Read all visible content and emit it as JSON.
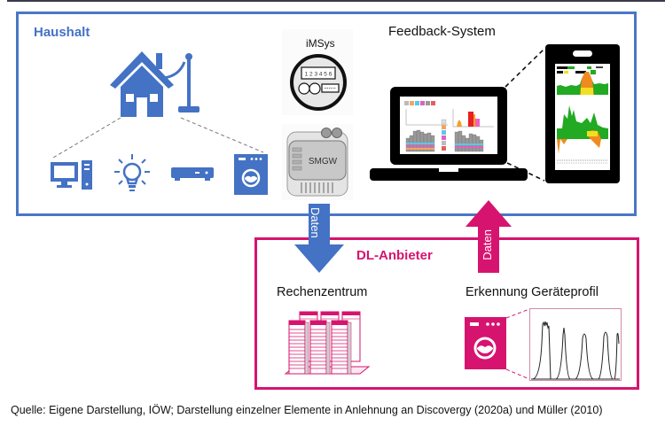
{
  "diagram": {
    "household": {
      "title": "Haushalt",
      "devices": [
        "computer-icon",
        "light-bulb-icon",
        "router-icon",
        "washing-machine-icon"
      ],
      "colors": {
        "accent": "#4472c4"
      }
    },
    "meter": {
      "label": "iMSys",
      "display_value": "1 2 3 4 5 6"
    },
    "gateway": {
      "label": "SMGW"
    },
    "feedback": {
      "title": "Feedback-System"
    },
    "arrows": {
      "down_label": "Daten",
      "up_label": "Daten",
      "down_color": "#4472c4",
      "up_color": "#d6146f"
    },
    "provider": {
      "title": "DL-Anbieter",
      "color": "#d6146f",
      "datacenter_label": "Rechenzentrum",
      "profile_label": "Erkennung Geräteprofil"
    },
    "caption": "Quelle: Eigene Darstellung, IÖW; Darstellung einzelner Elemente in Anlehnung an Discovergy (2020a) und Müller (2010)"
  }
}
